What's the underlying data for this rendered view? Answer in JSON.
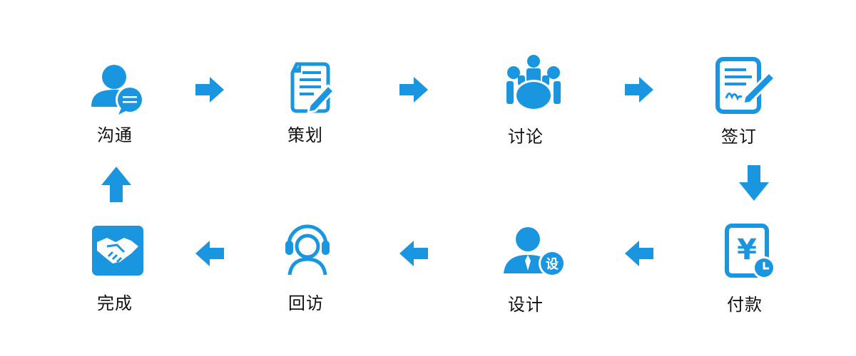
{
  "accent": "#1a96e0",
  "steps": [
    {
      "label": "沟通",
      "icon": "person-chat-icon"
    },
    {
      "label": "策划",
      "icon": "document-pen-icon"
    },
    {
      "label": "讨论",
      "icon": "meeting-table-icon"
    },
    {
      "label": "签订",
      "icon": "contract-sign-icon"
    },
    {
      "label": "付款",
      "icon": "yuan-payment-icon"
    },
    {
      "label": "设计",
      "icon": "designer-icon"
    },
    {
      "label": "回访",
      "icon": "headset-icon"
    },
    {
      "label": "完成",
      "icon": "handshake-icon"
    }
  ],
  "designer_badge": "设",
  "currency_symbol": "¥"
}
